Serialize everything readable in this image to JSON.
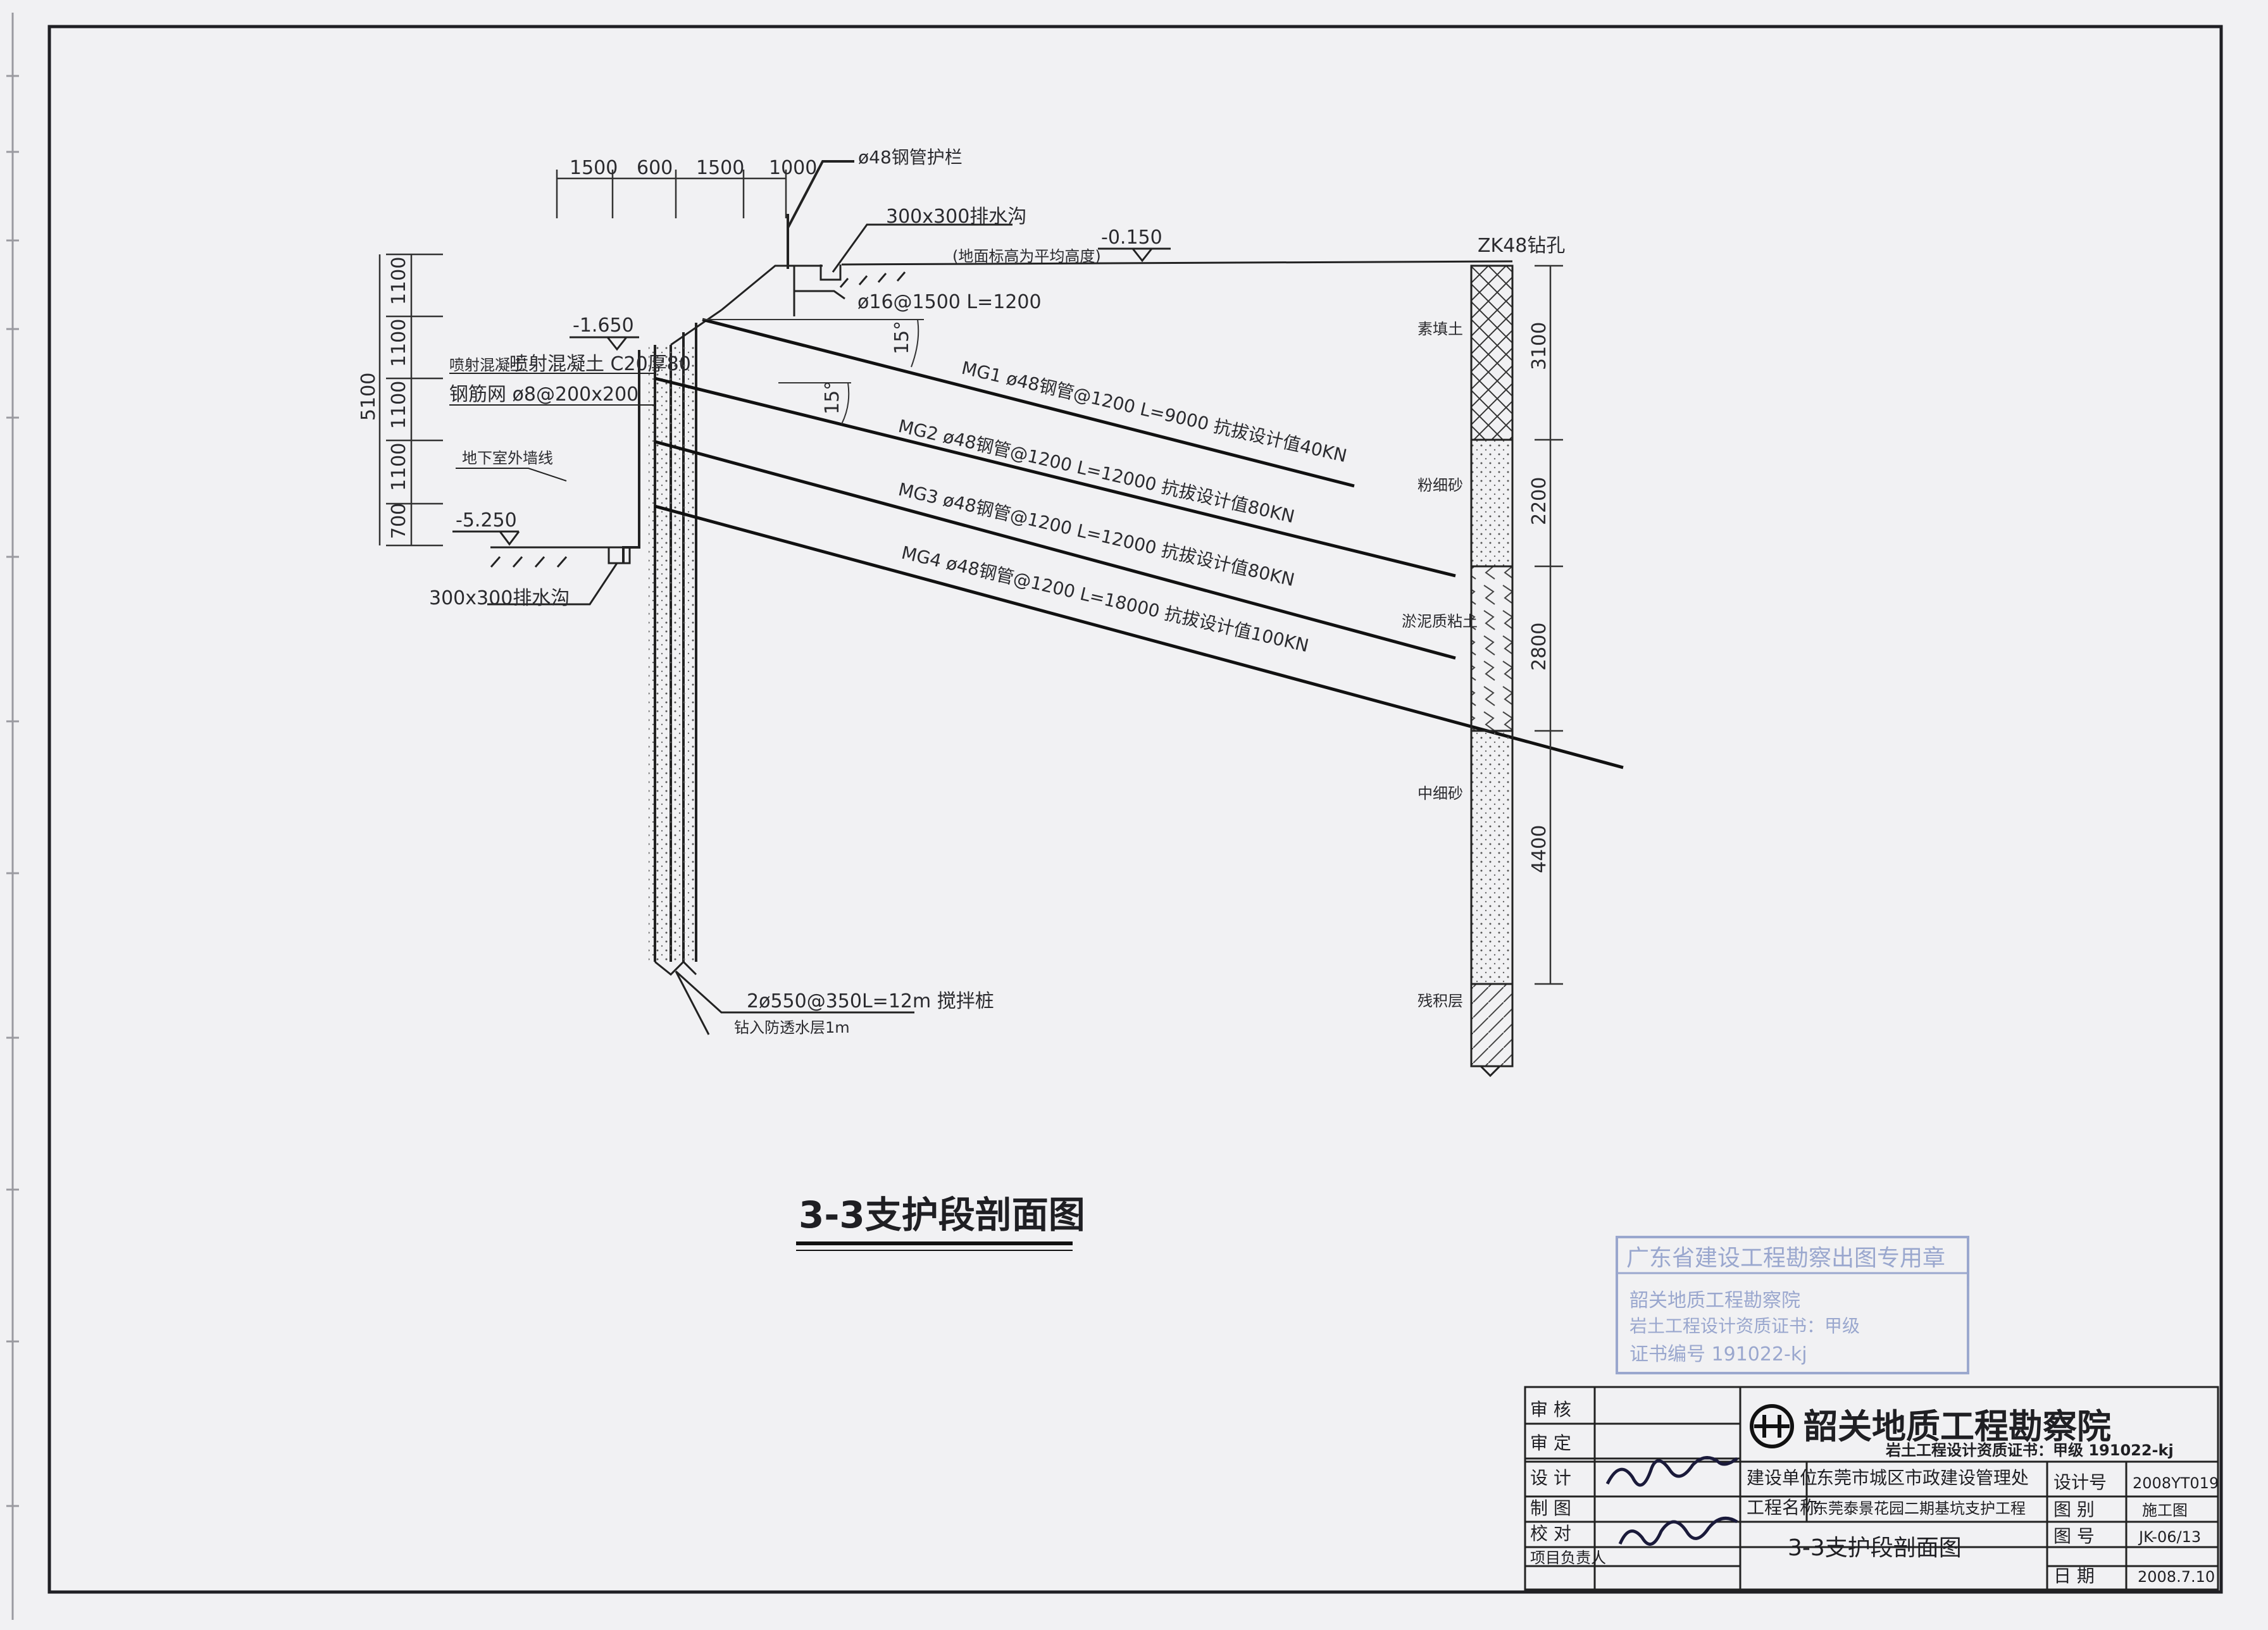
{
  "section": {
    "top_dims": [
      "1500",
      "600",
      "1500",
      "1000"
    ],
    "rail_label": "ø48钢管护栏",
    "drain_top": "300x300排水沟",
    "elev_top": "-0.150",
    "ground_note": "(地面标高为平均高度)",
    "dowel": "ø16@1500 L=1200",
    "elev_step": "-1.650",
    "angle1": "15°",
    "angle2": "15°",
    "shotcrete": "喷射混凝土 C20厚80",
    "mesh": "钢筋网 ø8@200x200",
    "wall_note": "地下室外墙线",
    "elev_bottom": "-5.250",
    "drain_bottom": "300x300排水沟",
    "left_dims": [
      "1100",
      "1100",
      "1100",
      "1100",
      "700"
    ],
    "left_total": "5100",
    "mg1": "MG1 ø48钢管@1200 L=9000 抗拔设计值40KN",
    "mg2": "MG2 ø48钢管@1200 L=12000 抗拔设计值80KN",
    "mg3": "MG3 ø48钢管@1200 L=12000 抗拔设计值80KN",
    "mg4": "MG4 ø48钢管@1200 L=18000 抗拔设计值100KN",
    "pile": "2ø550@350L=12m 搅拌桩",
    "pile_note": "钻入防透水层1m"
  },
  "borehole": {
    "name": "ZK48钻孔",
    "layers": [
      "素填土",
      "粉细砂",
      "淤泥质粘土",
      "中细砂",
      "残积层"
    ],
    "thickness": [
      "3100",
      "2200",
      "2800",
      "4400"
    ]
  },
  "drawing_title": "3-3支护段剖面图",
  "stamp": {
    "line1": "广东省建设工程勘察出图专用章",
    "line2": "韶关地质工程勘察院",
    "line3": "岩土工程设计资质证书：甲级",
    "line4": "证书编号 191022-kj"
  },
  "title_block": {
    "company": "韶关地质工程勘察院",
    "license": "岩土工程设计资质证书：甲级 191022-kj",
    "roles": [
      "审 核",
      "审 定",
      "设 计",
      "制 图",
      "校 对",
      "项目负责人"
    ],
    "client_label": "建设单位",
    "client": "东莞市城区市政建设管理处",
    "project_label": "工程名称",
    "project": "东莞泰景花园二期基坑支护工程",
    "drawing_name": "3-3支护段剖面图",
    "design_no_label": "设计号",
    "design_no": "2008YT019",
    "category_label": "图 别",
    "category": "施工图",
    "sheet_no_label": "图 号",
    "sheet_no": "JK-06/13",
    "date_label": "日 期",
    "date": "2008.7.10"
  }
}
